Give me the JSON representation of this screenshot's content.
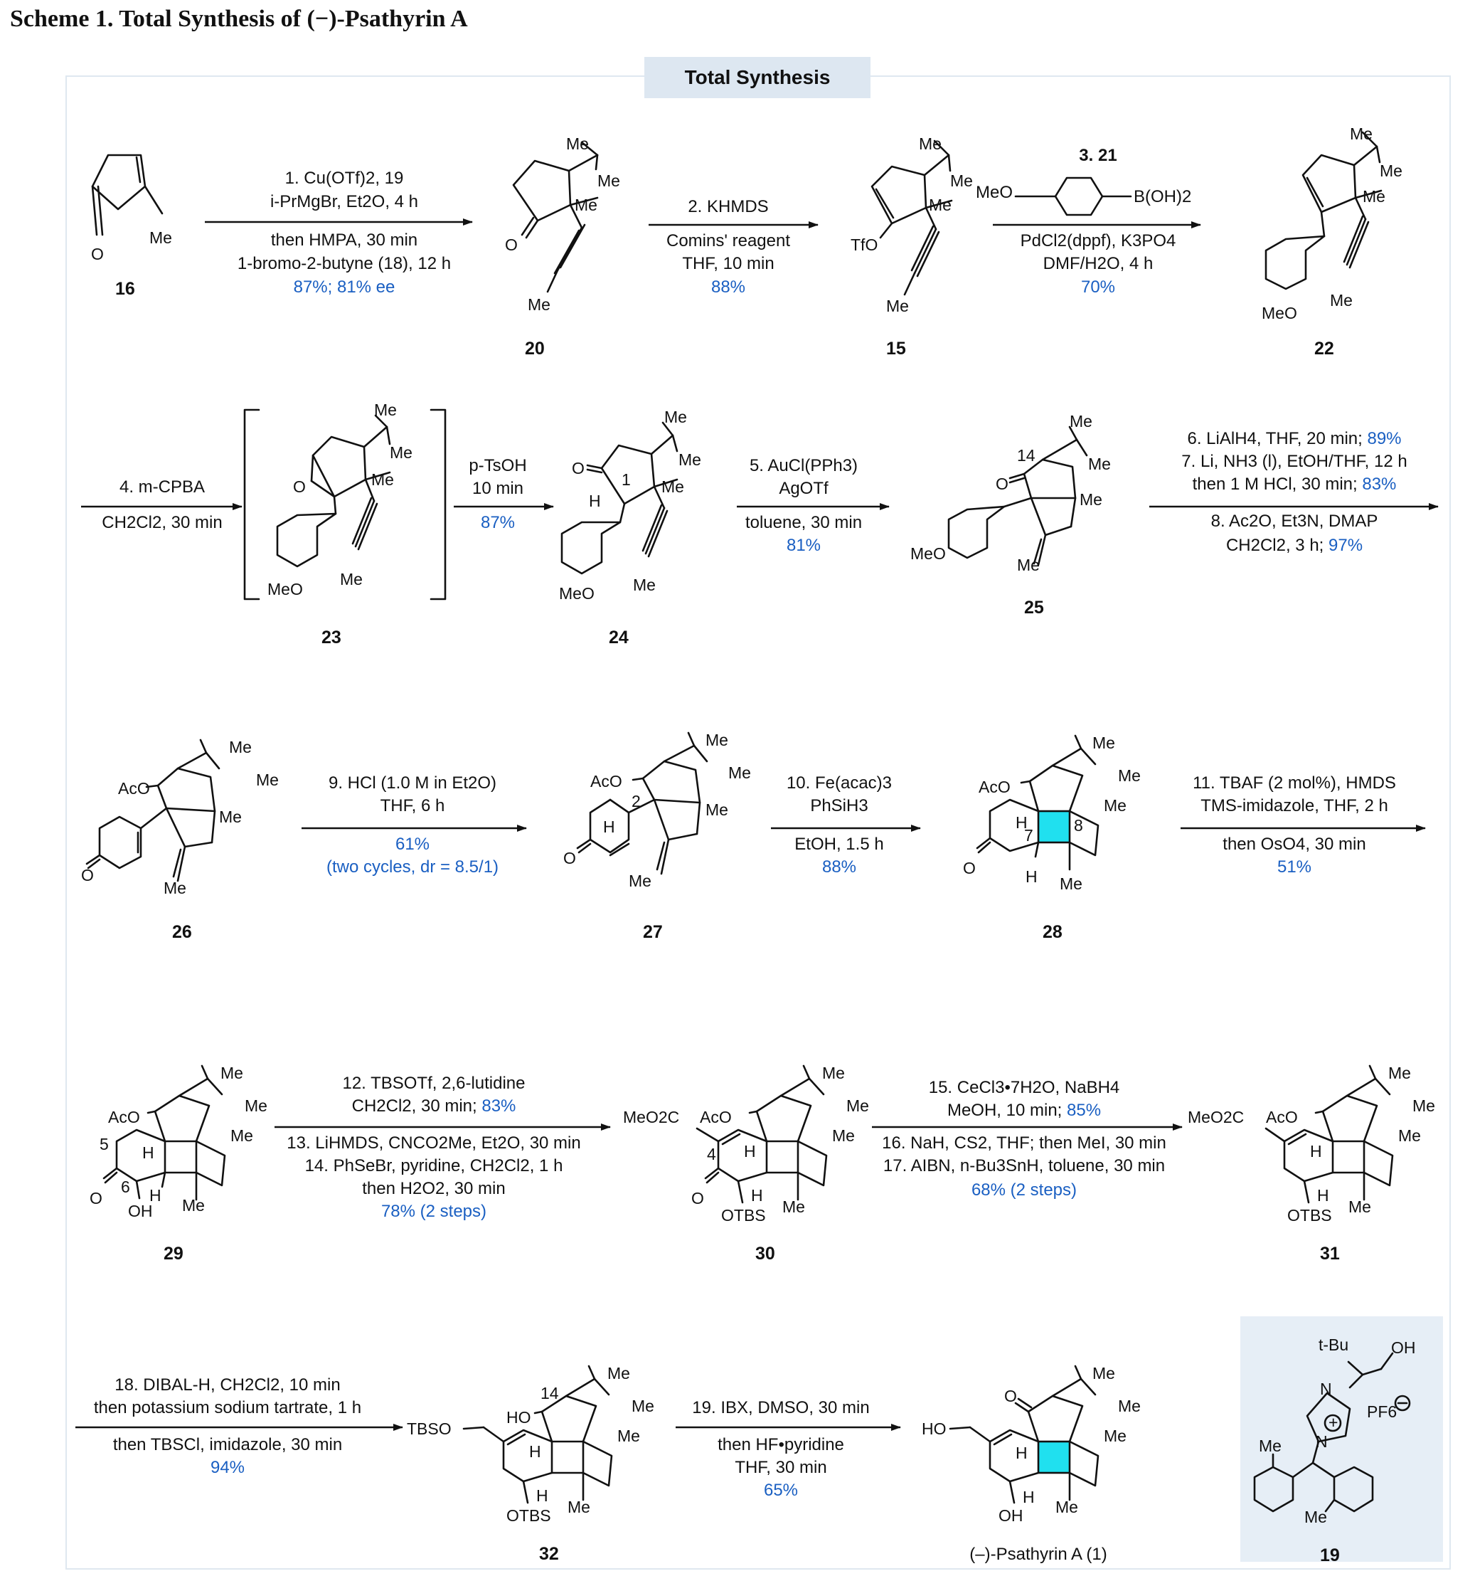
{
  "scheme_title": "Scheme 1. Total Synthesis of (−)-Psathyrin A",
  "section_title": "Total Synthesis",
  "compounds": {
    "c16": "16",
    "c20": "20",
    "c15": "15",
    "c22": "22",
    "c23": "23",
    "c24": "24",
    "c25": "25",
    "c26": "26",
    "c27": "27",
    "c28": "28",
    "c29": "29",
    "c30": "30",
    "c31": "31",
    "c32": "32",
    "c1": "(–)-Psathyrin A (1)",
    "c19": "19"
  },
  "steps": {
    "s1": {
      "l1": "1. Cu(OTf)2, 19",
      "l2": "i-PrMgBr, Et2O, 4 h",
      "l3": "then HMPA, 30 min",
      "l4": "1-bromo-2-butyne (18), 12 h",
      "y": "87%; 81% ee"
    },
    "s2": {
      "l1": "2. KHMDS",
      "l2": "Comins' reagent",
      "l3": "THF, 10 min",
      "y": "88%"
    },
    "s3": {
      "l1": "3. 21",
      "l2": "PdCl2(dppf), K3PO4",
      "l3": "DMF/H2O, 4 h",
      "y": "70%",
      "r_left": "MeO",
      "r_right": "B(OH)2"
    },
    "s4": {
      "l1": "4. m-CPBA",
      "l2": "CH2Cl2, 30 min"
    },
    "s4b": {
      "l1": "p-TsOH",
      "l2": "10 min",
      "y": "87%"
    },
    "s5": {
      "l1": "5. AuCl(PPh3)",
      "l2": "AgOTf",
      "l3": "toluene, 30 min",
      "y": "81%"
    },
    "s6": {
      "l1": "6. LiAlH4, THF, 20 min; ",
      "y1": "89%",
      "l2": "7. Li, NH3 (l), EtOH/THF, 12 h",
      "l3": "then 1 M HCl, 30 min; ",
      "y2": "83%",
      "l4": "8. Ac2O, Et3N, DMAP",
      "l5": "CH2Cl2, 3 h; ",
      "y3": "97%"
    },
    "s9": {
      "l1": "9. HCl (1.0 M in Et2O)",
      "l2": "THF, 6 h",
      "y1": "61%",
      "y2": "(two cycles, dr = 8.5/1)"
    },
    "s10": {
      "l1": "10. Fe(acac)3",
      "l2": "PhSiH3",
      "l3": "EtOH, 1.5 h",
      "y": "88%"
    },
    "s11": {
      "l1": "11. TBAF (2 mol%), HMDS",
      "l2": "TMS-imidazole, THF, 2 h",
      "l3": "then OsO4, 30 min",
      "y": "51%"
    },
    "s12": {
      "l1": "12. TBSOTf, 2,6-lutidine",
      "l2": "CH2Cl2, 30 min; ",
      "y1": "83%",
      "l3": "13. LiHMDS, CNCO2Me, Et2O, 30 min",
      "l4": "14. PhSeBr, pyridine, CH2Cl2, 1 h",
      "l5": "then H2O2, 30 min",
      "y2": "78% (2 steps)"
    },
    "s15": {
      "l1": "15. CeCl3•7H2O, NaBH4",
      "l2": "MeOH, 10 min; ",
      "y1": "85%",
      "l3": "16. NaH, CS2, THF; then MeI, 30 min",
      "l4": "17. AIBN, n-Bu3SnH, toluene, 30 min",
      "y2": "68% (2 steps)"
    },
    "s18": {
      "l1": "18. DIBAL-H, CH2Cl2, 10 min",
      "l2": "then potassium sodium tartrate, 1 h",
      "l3": "then TBSCl, imidazole, 30 min",
      "y": "94%"
    },
    "s19": {
      "l1": "19. IBX, DMSO, 30 min",
      "l2": "then HF•pyridine",
      "l3": "THF, 30 min",
      "y": "65%"
    }
  },
  "atoms": {
    "me": "Me",
    "o": "O",
    "tfo": "TfO",
    "meo": "MeO",
    "aco": "AcO",
    "h": "H",
    "oh": "OH",
    "ho": "HO",
    "otbs": "OTBS",
    "tbso": "TBSO",
    "meo2c": "MeO2C",
    "tbu": "t-Bu",
    "pf6": "PF6",
    "n": "N",
    "n14": "14",
    "n1": "1",
    "n2": "2",
    "n7": "7",
    "n8": "8",
    "n5": "5",
    "n6": "6",
    "n4": "4"
  },
  "colors": {
    "yield": "#1a5fc2",
    "cyclobutane": "#20e0ef",
    "panel": "#e6eef6"
  }
}
